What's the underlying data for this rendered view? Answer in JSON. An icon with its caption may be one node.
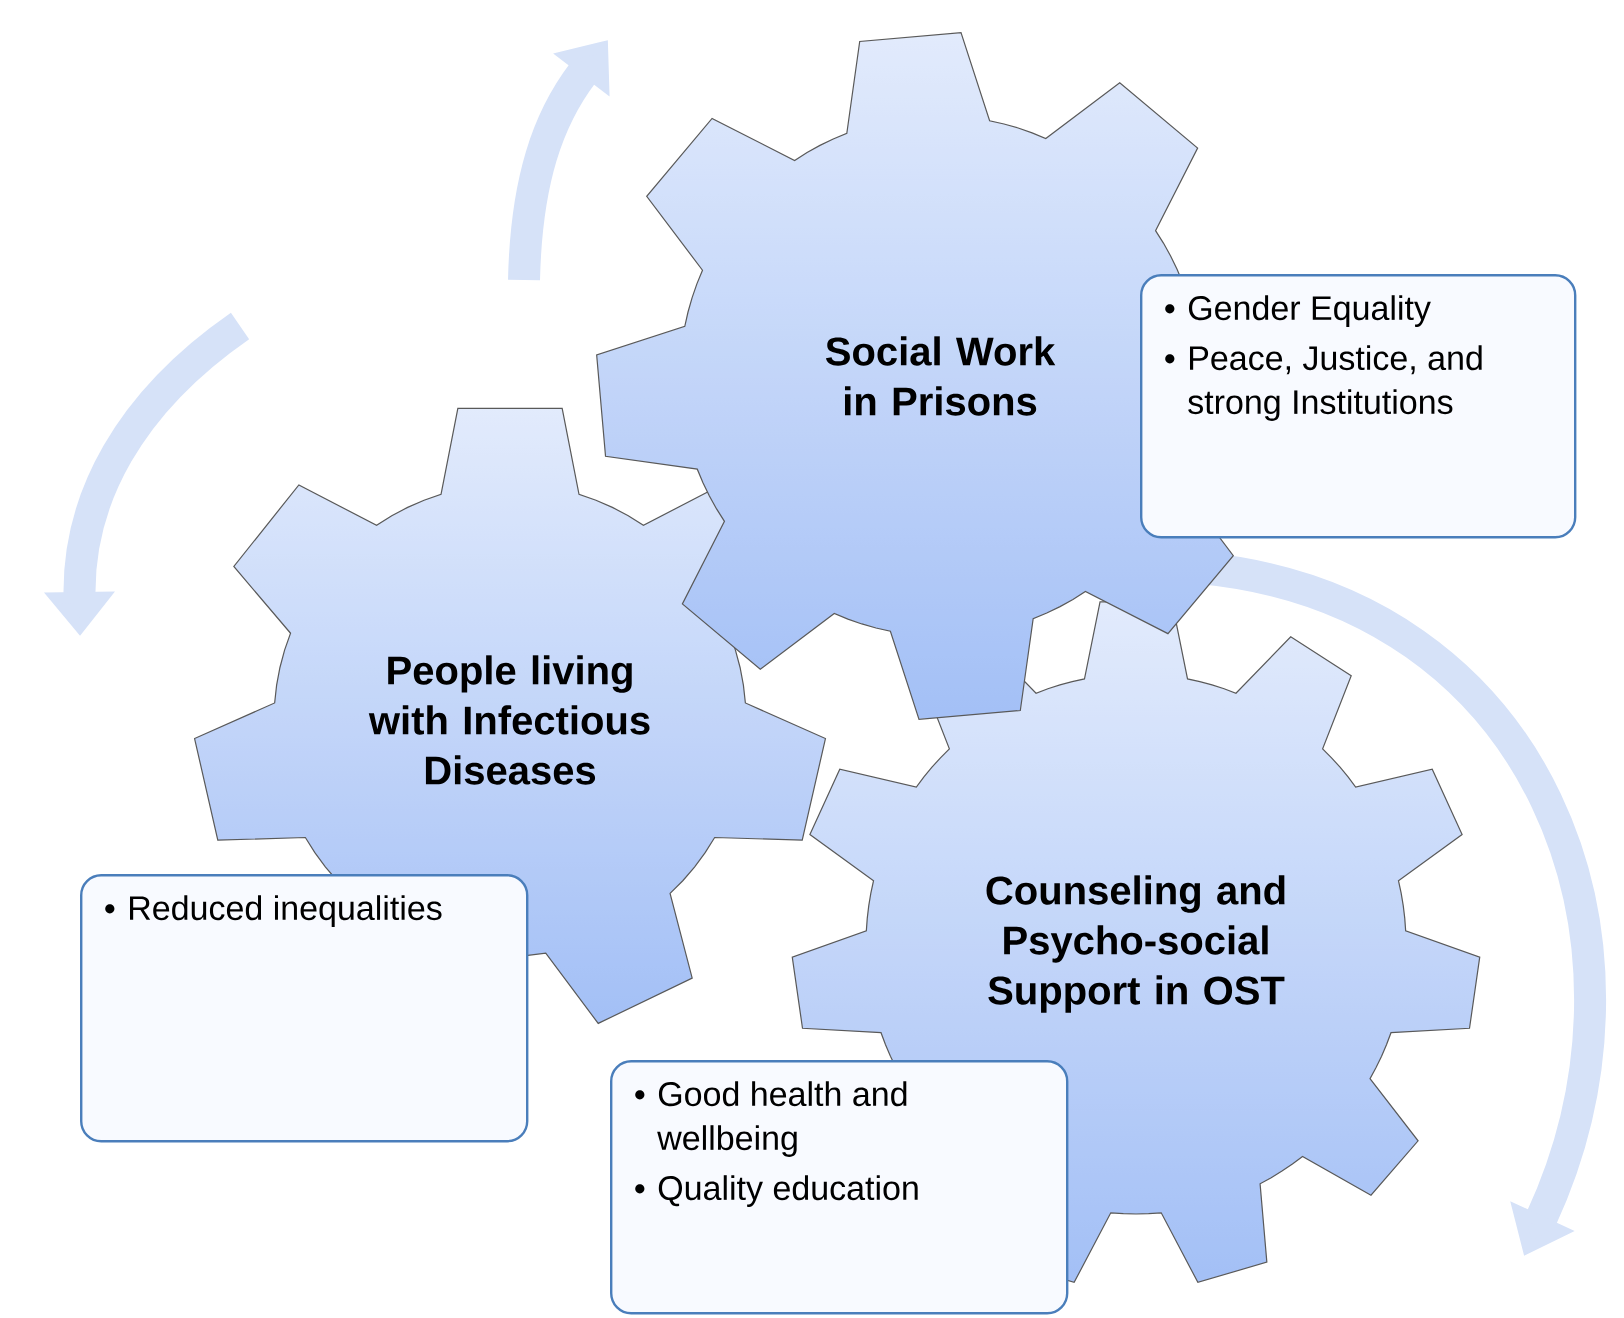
{
  "diagram": {
    "nodes": [
      {
        "text": [
          "Social Work in Prisons"
        ]
      },
      {
        "text": [
          "Gender Equality",
          "Peace, Justice, and strong Institutions"
        ]
      },
      {
        "text": [
          "People living with Infectious Diseases"
        ]
      },
      {
        "text": [
          "Reduced inequalities"
        ]
      },
      {
        "text": [
          "Counseling and Psycho-social Support in OST"
        ]
      },
      {
        "text": [
          "Good health and wellbeing",
          "Quality education"
        ]
      }
    ]
  }
}
